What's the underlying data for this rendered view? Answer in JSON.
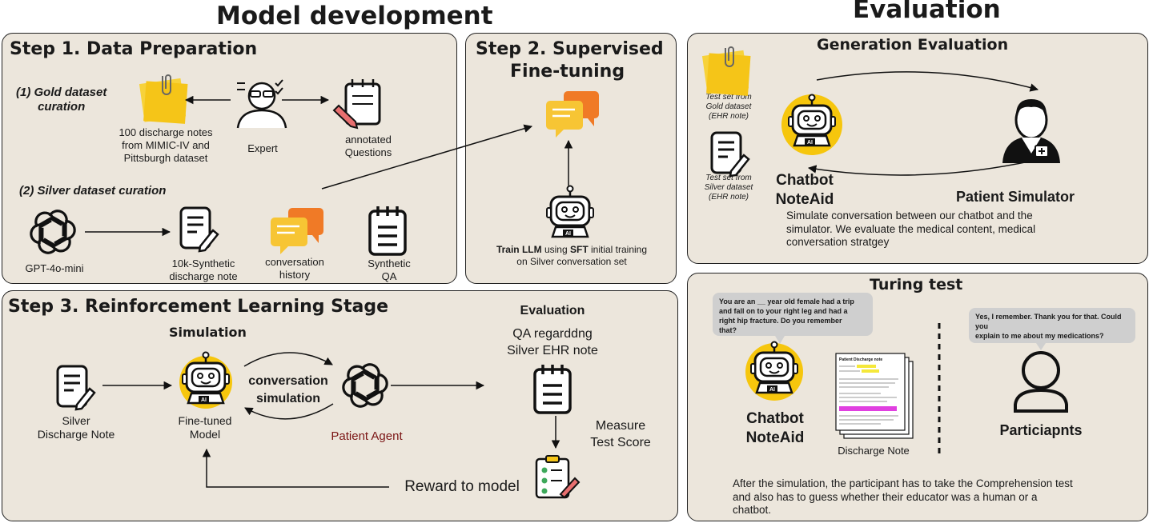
{
  "titles": {
    "model_development": "Model development",
    "evaluation": "Evaluation"
  },
  "step1": {
    "title": "Step 1. Data Preparation",
    "gold_label": "(1) Gold dataset\ncuration",
    "silver_label": "(2) Silver dataset curation",
    "discharge_notes": "100 discharge notes\nfrom MIMIC-IV and\nPittsburgh dataset",
    "expert": "Expert",
    "annotated": "annotated\nQuestions",
    "gpt": "GPT-4o-mini",
    "synthetic_note": "10k-Synthetic\ndischarge note",
    "conversation": "conversation\nhistory",
    "synthetic_qa": "Synthetic\nQA"
  },
  "step2": {
    "title_line1": "Step 2. Supervised",
    "title_line2": "Fine-tuning",
    "caption_bold1": "Train LLM",
    "caption_mid": " using ",
    "caption_bold2": "SFT",
    "caption_rest": " initial training",
    "caption_line2": "on Silver conversation set"
  },
  "step3": {
    "title": "Step 3. Reinforcement Learning Stage",
    "simulation": "Simulation",
    "silver_note": "Silver\nDischarge Note",
    "fine_tuned": "Fine-tuned\nModel",
    "conv_sim": "conversation\nsimulation",
    "patient_agent": "Patient Agent",
    "evaluation": "Evaluation",
    "qa": "QA regarddng\nSilver EHR note",
    "measure": "Measure\nTest Score",
    "reward": "Reward to model"
  },
  "generation": {
    "title": "Generation Evaluation",
    "gold_test": "Test set from\nGold dataset\n(EHR note)",
    "silver_test": "Test set from\nSilver dataset\n(EHR note)",
    "chatbot": "Chatbot\nNoteAid",
    "patient_sim": "Patient Simulator",
    "description": "Simulate conversation between our chatbot and the\nsimulator. We evaluate the medical content, medical\nconversation stratgey"
  },
  "turing": {
    "title": "Turing test",
    "bubble_left": "You are an __ year old female had a trip\nand fall on to your right leg and had a\nright hip fracture. Do you remember\nthat?",
    "bubble_right": "Yes, I remember. Thank you for that. Could you\nexplain to me about my medications?",
    "chatbot": "Chatbot\nNoteAid",
    "discharge_note": "Discharge Note",
    "participants": "Particiapnts",
    "description": "After the simulation, the participant has to take the Comprehension test\nand also has to guess whether their educator was a human or a\nchatbot.",
    "doc_title": "Patient Discharge note"
  },
  "colors": {
    "panel_bg": "#ece6dc",
    "note_yellow": "#f5c518",
    "bubble_orange": "#f07a26",
    "bubble_yellow": "#f7c534",
    "robot_yellow": "#f6c60d",
    "highlight_pink": "#e040e0"
  }
}
